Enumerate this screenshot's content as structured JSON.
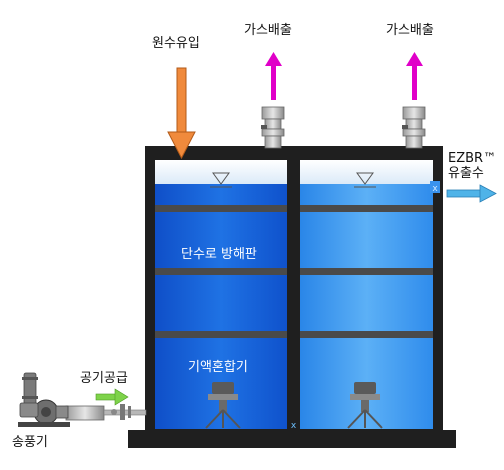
{
  "labels": {
    "raw_water_inflow": "원수유입",
    "gas_exhaust_1": "가스배출",
    "gas_exhaust_2": "가스배출",
    "ezbr_line1": "EZBR™",
    "ezbr_line2": "유출수",
    "baffle": "단수로 방해판",
    "mixer": "기액혼합기",
    "air_supply": "공기공급",
    "blower": "송풍기"
  },
  "colors": {
    "inflow_arrow": "#f08a3c",
    "gas_arrow": "#e000c8",
    "outflow_arrow": "#4fb3e8",
    "air_arrow": "#7ed34a",
    "tank_wall": "#1f1f1f",
    "left_water": "#1565d8",
    "right_water": "#3a93ee"
  }
}
